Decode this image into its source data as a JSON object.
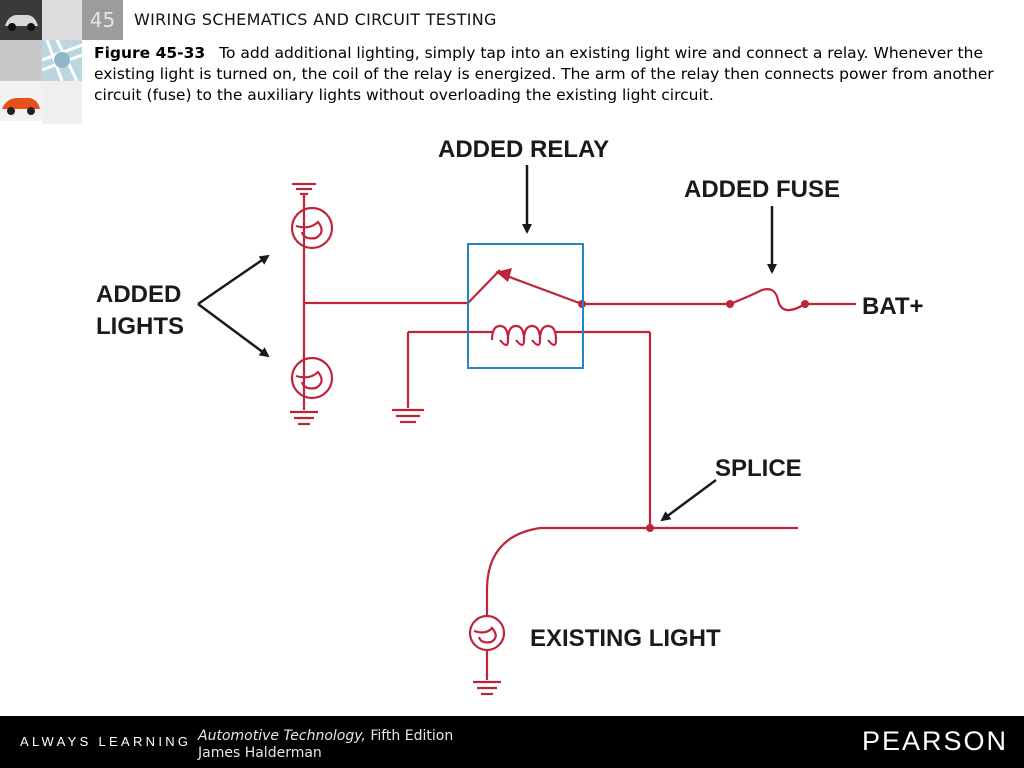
{
  "header": {
    "chapter_number": "45",
    "chapter_title": "WIRING SCHEMATICS AND CIRCUIT TESTING"
  },
  "caption": {
    "figure_label": "Figure 45-33",
    "text": "To add additional lighting, simply tap into an existing light wire and connect a relay. Whenever the existing light is turned on, the coil of the relay is energized. The arm of the relay then connects power from another circuit (fuse) to the auxiliary lights without overloading the existing light circuit."
  },
  "diagram": {
    "added_relay": "ADDED RELAY",
    "added_fuse": "ADDED FUSE",
    "bat_plus": "BAT+",
    "added_lights_line1": "ADDED",
    "added_lights_line2": "LIGHTS",
    "splice": "SPLICE",
    "existing_light": "EXISTING LIGHT",
    "colors": {
      "wire": "#c0243a",
      "relay_box": "#2a84c4",
      "label": "#1a1a1a"
    }
  },
  "footer": {
    "always_learning": "ALWAYS LEARNING",
    "book_title": "Automotive Technology,",
    "book_edition": "Fifth Edition",
    "author": "James Halderman",
    "publisher": "PEARSON"
  }
}
